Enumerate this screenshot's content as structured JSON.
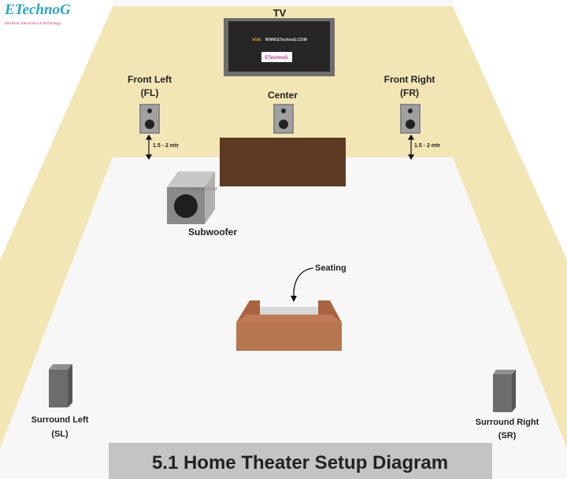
{
  "logo": {
    "name": "ETechnoG",
    "tagline": "Electrical, Electronics & Technology"
  },
  "tv": {
    "label": "TV",
    "screen_text_prefix": "Visit:",
    "screen_text": "WWW.ETechnoG.COM",
    "screen_logo": "ETechnoG"
  },
  "speakers": {
    "front_left": {
      "line1": "Front Left",
      "line2": "(FL)"
    },
    "center": {
      "line1": "Center"
    },
    "front_right": {
      "line1": "Front Right",
      "line2": "(FR)"
    },
    "surround_left": {
      "line1": "Surround Left",
      "line2": "(SL)"
    },
    "surround_right": {
      "line1": "Surround Right",
      "line2": "(SR)"
    },
    "subwoofer": {
      "line1": "Subwoofer",
      "watermark": "WWW.ETechnoG.COM"
    }
  },
  "distances": {
    "left": "1.5 - 2 mtr",
    "right": "1.5 - 2 mtr"
  },
  "seating": {
    "label": "Seating"
  },
  "title": "5.1 Home Theater Setup Diagram",
  "colors": {
    "wall": "#f3e6b5",
    "floor": "#f7f7f7",
    "tv_stand": "#5e3a22",
    "seat": "#b87650",
    "title_bg": "#c4c4c4"
  }
}
